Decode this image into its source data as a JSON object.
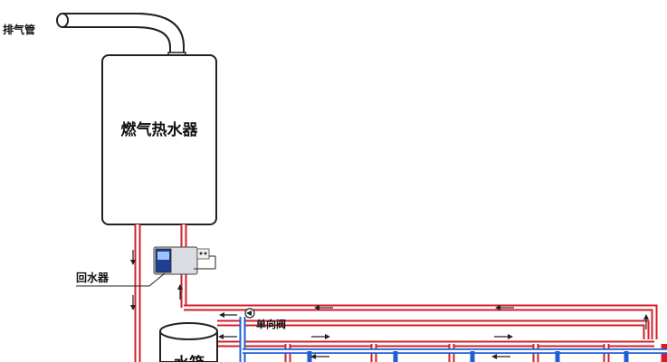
{
  "labels": {
    "exhaust_pipe": "排气管",
    "heater": "燃气热水器",
    "return_device": "回水器",
    "check_valve": "单向阀",
    "tank": "水箱"
  },
  "colors": {
    "hot_pipe": "#d21f2b",
    "cold_pipe": "#1f5fd2",
    "outline": "#222222",
    "controller_body": "#d9dde2",
    "controller_screen": "#1f3f8f"
  },
  "icons": {
    "flow_arrow": "arrow-icon",
    "valve": "check-valve-icon",
    "controller": "return-controller-icon"
  }
}
